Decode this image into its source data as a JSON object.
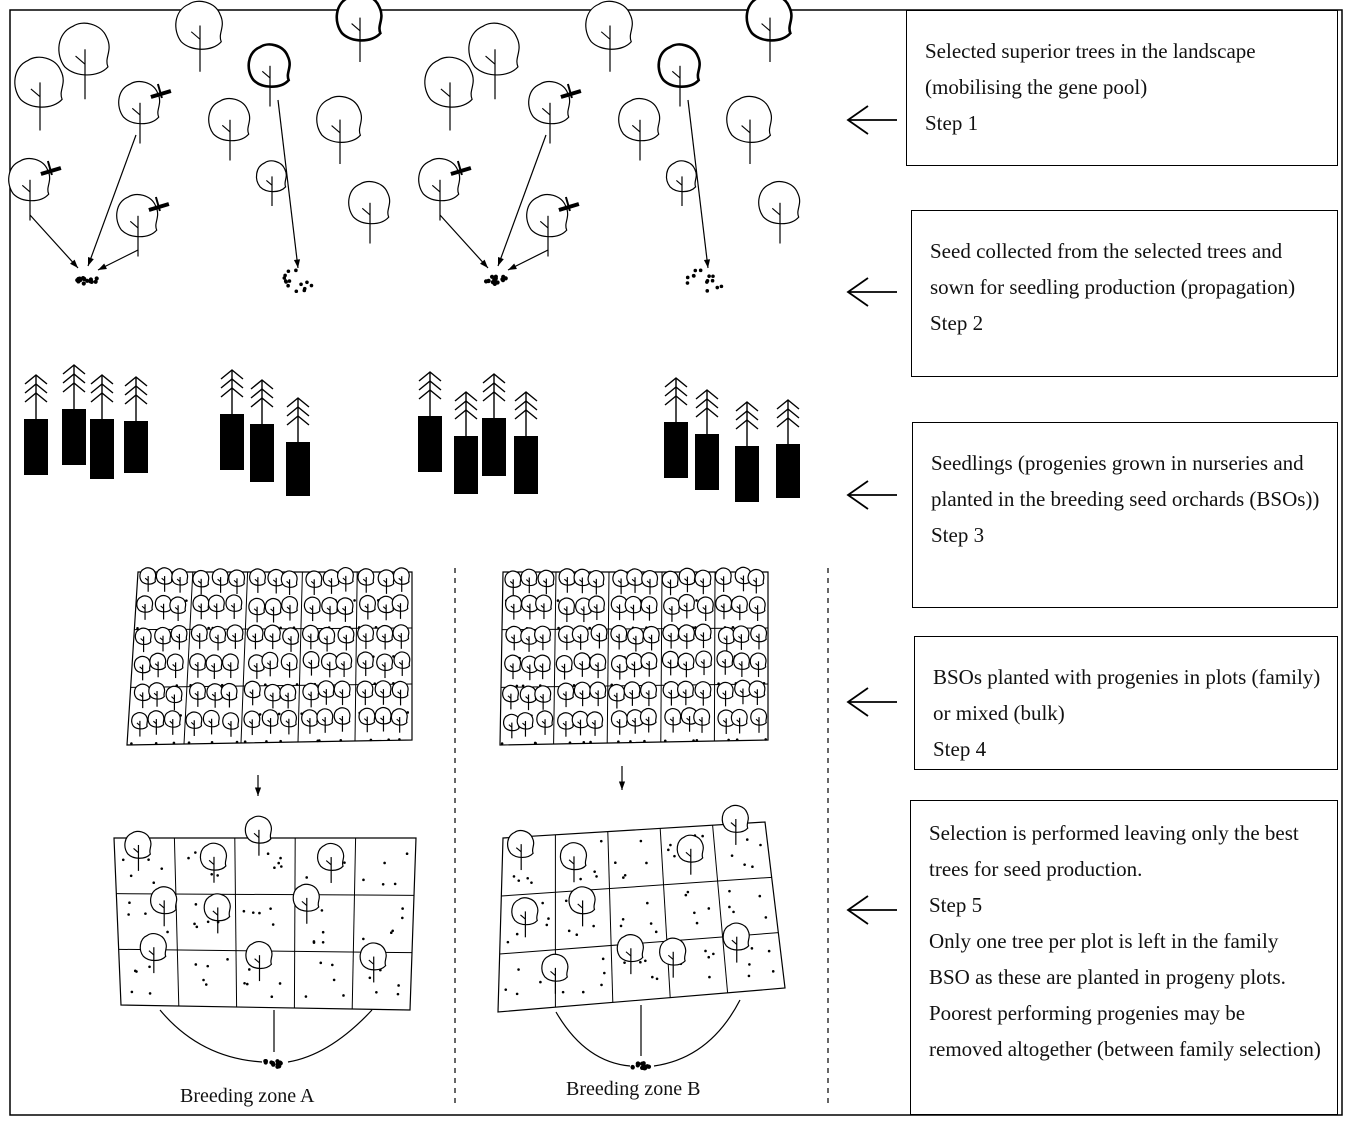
{
  "steps": [
    {
      "text": "Selected superior trees in the landscape (mobilising the gene pool)",
      "step": "Step 1"
    },
    {
      "text": "Seed collected from the selected trees and sown for seedling production (propagation)",
      "step": "Step 2"
    },
    {
      "text": "Seedlings (progenies grown in nurseries and planted in the breeding seed or­chards (BSOs))",
      "step": "Step 3"
    },
    {
      "text": "BSOs planted with progenies in plots (family) or mixed (bulk)",
      "step": "Step 4"
    },
    {
      "text": "Selection is performed leaving only the best trees for seed production.",
      "step": "Step 5",
      "note": "Only one tree per plot is left in the fam­ily BSO as these are planted in progeny plots. Poorest performing progenies may be removed altogether (between family selection)"
    }
  ],
  "zones": [
    {
      "label": "Breeding zone A"
    },
    {
      "label": "Breeding zone B"
    }
  ],
  "icons": [
    "tree-icon",
    "seed-pile-icon",
    "seedling-icon",
    "arrow-left-icon",
    "selection-mark-icon"
  ]
}
